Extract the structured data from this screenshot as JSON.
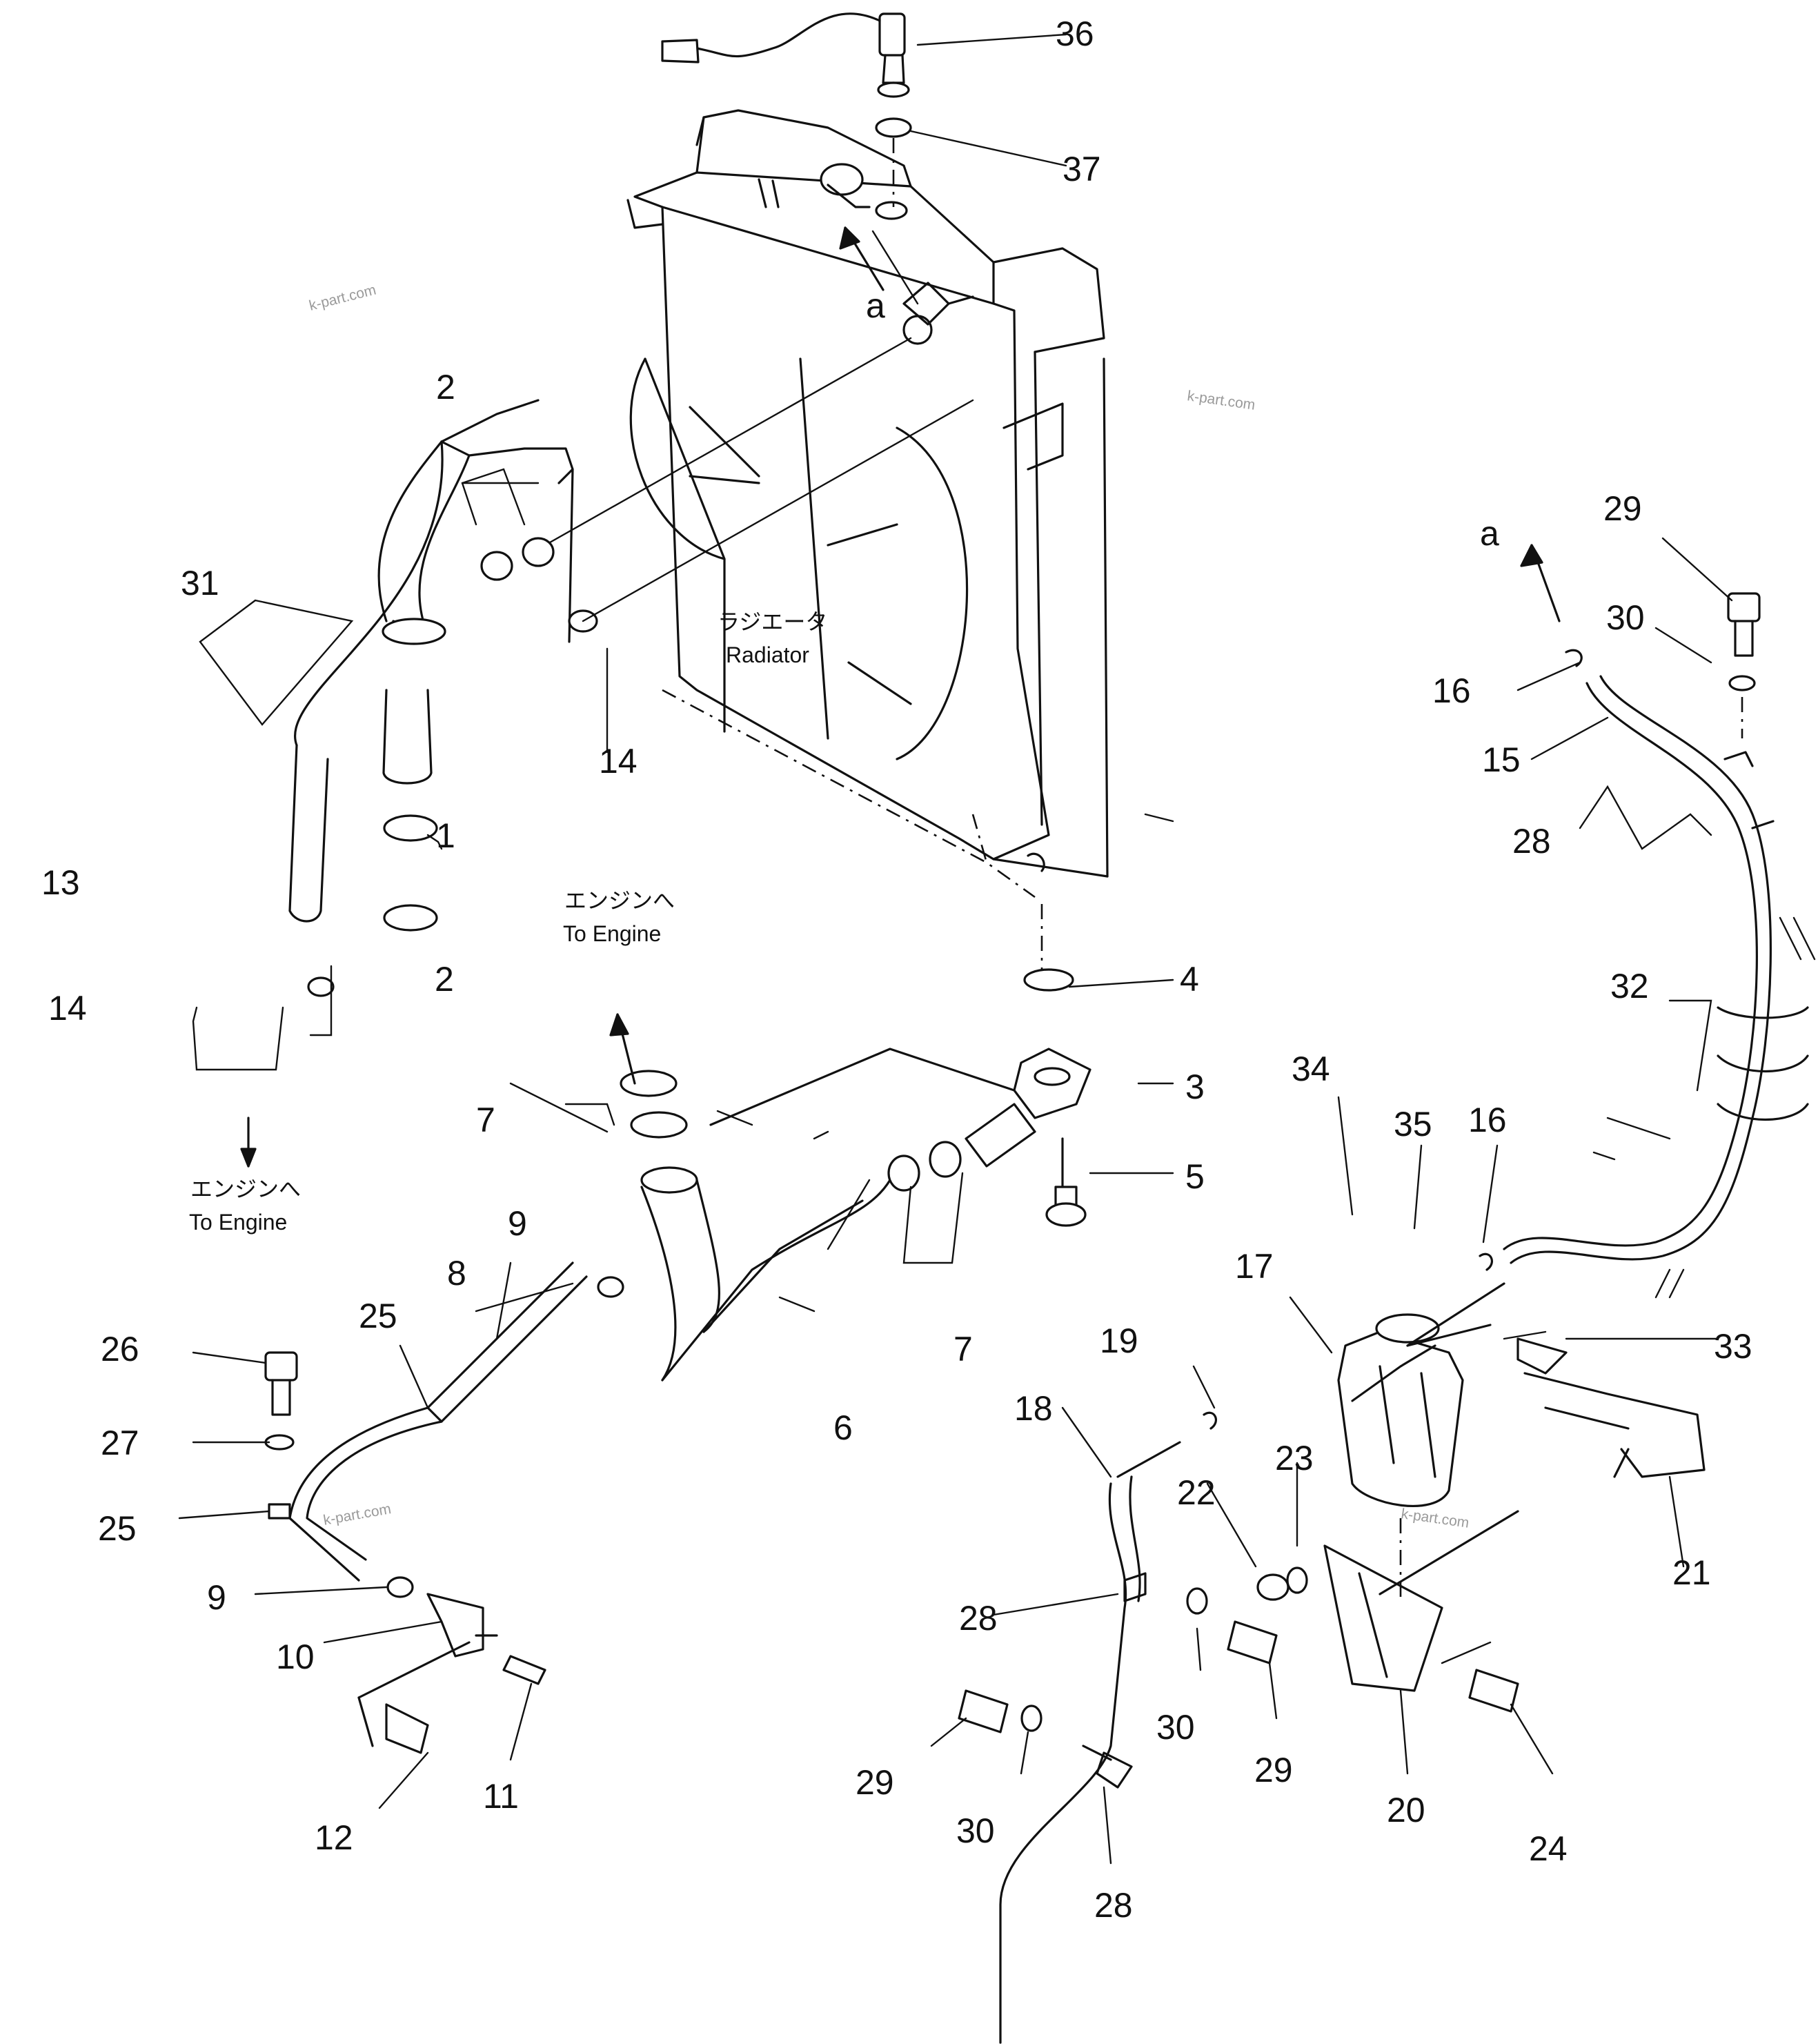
{
  "callouts": {
    "c1": "1",
    "c2a": "2",
    "c2b": "2",
    "c3": "3",
    "c4": "4",
    "c5": "5",
    "c6": "6",
    "c7a": "7",
    "c7b": "7",
    "c8": "8",
    "c9a": "9",
    "c9b": "9",
    "c10": "10",
    "c11": "11",
    "c12": "12",
    "c13": "13",
    "c14a": "14",
    "c14b": "14",
    "c15": "15",
    "c16a": "16",
    "c16b": "16",
    "c17": "17",
    "c18": "18",
    "c19": "19",
    "c20": "20",
    "c21": "21",
    "c22": "22",
    "c23": "23",
    "c24": "24",
    "c25a": "25",
    "c25b": "25",
    "c26": "26",
    "c27": "27",
    "c28a": "28",
    "c28b": "28",
    "c28c": "28",
    "c29a": "29",
    "c29b": "29",
    "c29c": "29",
    "c30a": "30",
    "c30b": "30",
    "c30c": "30",
    "c31": "31",
    "c32": "32",
    "c33": "33",
    "c34": "34",
    "c35": "35",
    "c36": "36",
    "c37": "37"
  },
  "labels": {
    "radiator_jp": "ラジエータ",
    "radiator_en": "Radiator",
    "to_engine_jp_1": "エンジンへ",
    "to_engine_en_1": "To Engine",
    "to_engine_jp_2": "エンジンへ",
    "to_engine_en_2": "To Engine",
    "ref_a_1": "a",
    "ref_a_2": "a"
  },
  "watermarks": [
    "k-part.com",
    "k-part.com",
    "k-part.com",
    "k-part.com"
  ]
}
